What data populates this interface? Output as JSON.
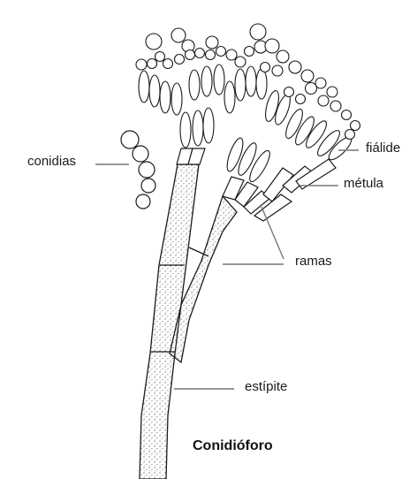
{
  "diagram": {
    "caption": "Conidióforo",
    "labels": {
      "conidias": "conidias",
      "fialide": "fiálide",
      "metula": "métula",
      "ramas": "ramas",
      "estipite": "estípite"
    },
    "colors": {
      "line": "#1a1a1a",
      "leader": "#777777",
      "speckle": "#444444",
      "background": "#ffffff"
    }
  }
}
